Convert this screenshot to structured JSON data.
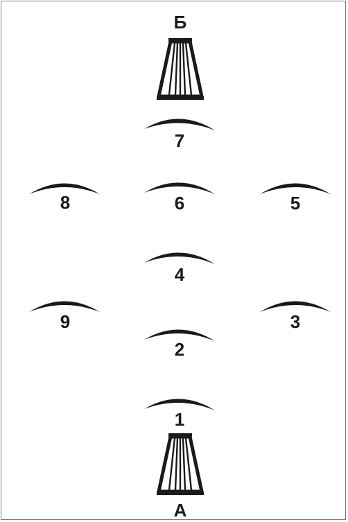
{
  "colors": {
    "ink": "#1a1a1a",
    "frame": "#7a7a7a",
    "background": "#ffffff"
  },
  "gates": {
    "top": {
      "label": "Б"
    },
    "bottom": {
      "label": "А"
    }
  },
  "obstacles": [
    {
      "label": "1"
    },
    {
      "label": "2"
    },
    {
      "label": "3"
    },
    {
      "label": "4"
    },
    {
      "label": "5"
    },
    {
      "label": "6"
    },
    {
      "label": "7"
    },
    {
      "label": "8"
    },
    {
      "label": "9"
    }
  ]
}
